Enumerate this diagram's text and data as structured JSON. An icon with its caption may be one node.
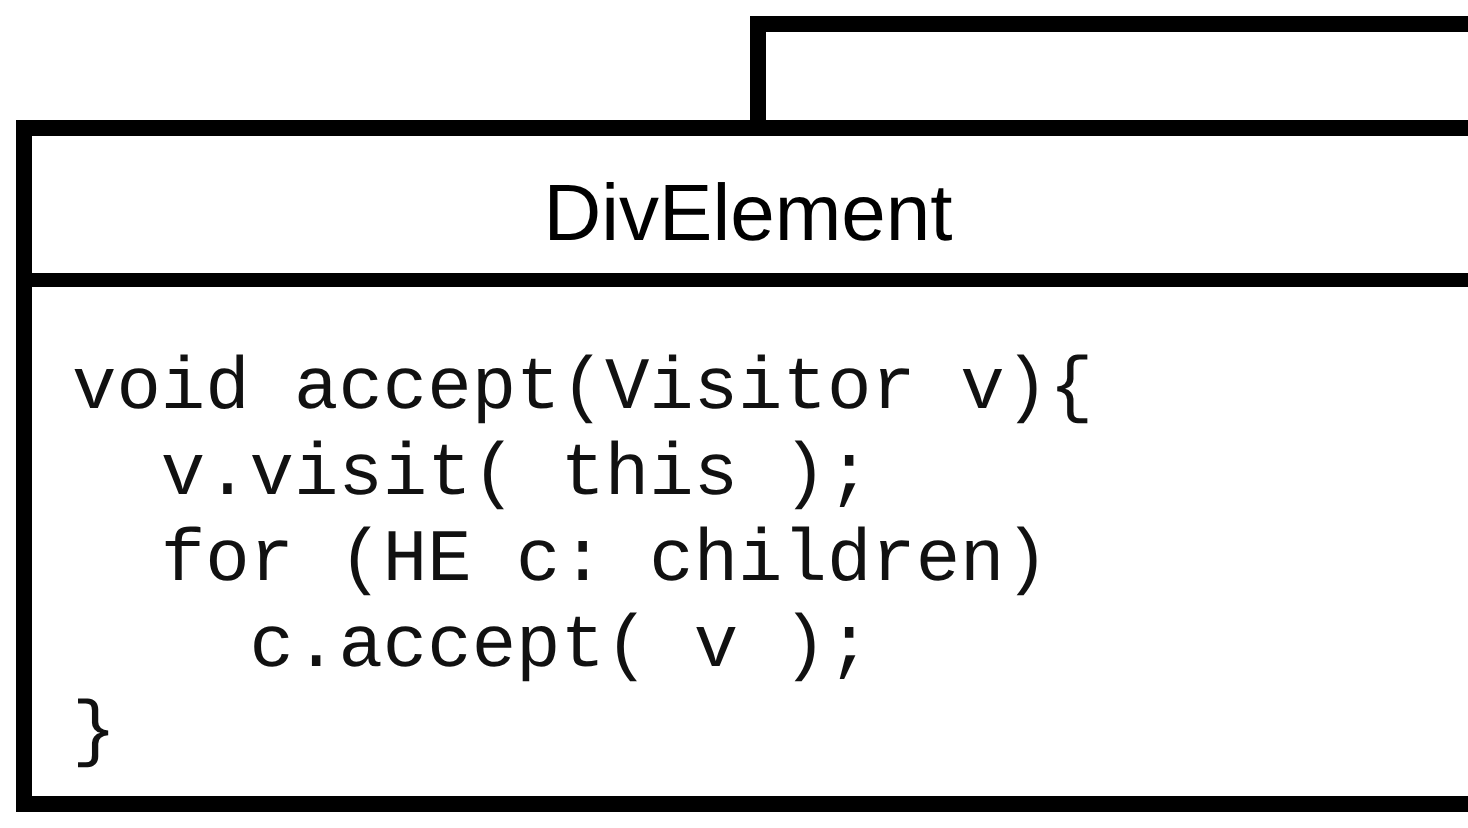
{
  "diagram": {
    "nodes": [
      {
        "text": [
          "DivElement",
          "void accept(Visitor v){",
          "v.visit( this );",
          "for (HE c: children)",
          "c.accept( v );",
          "}"
        ]
      }
    ]
  }
}
